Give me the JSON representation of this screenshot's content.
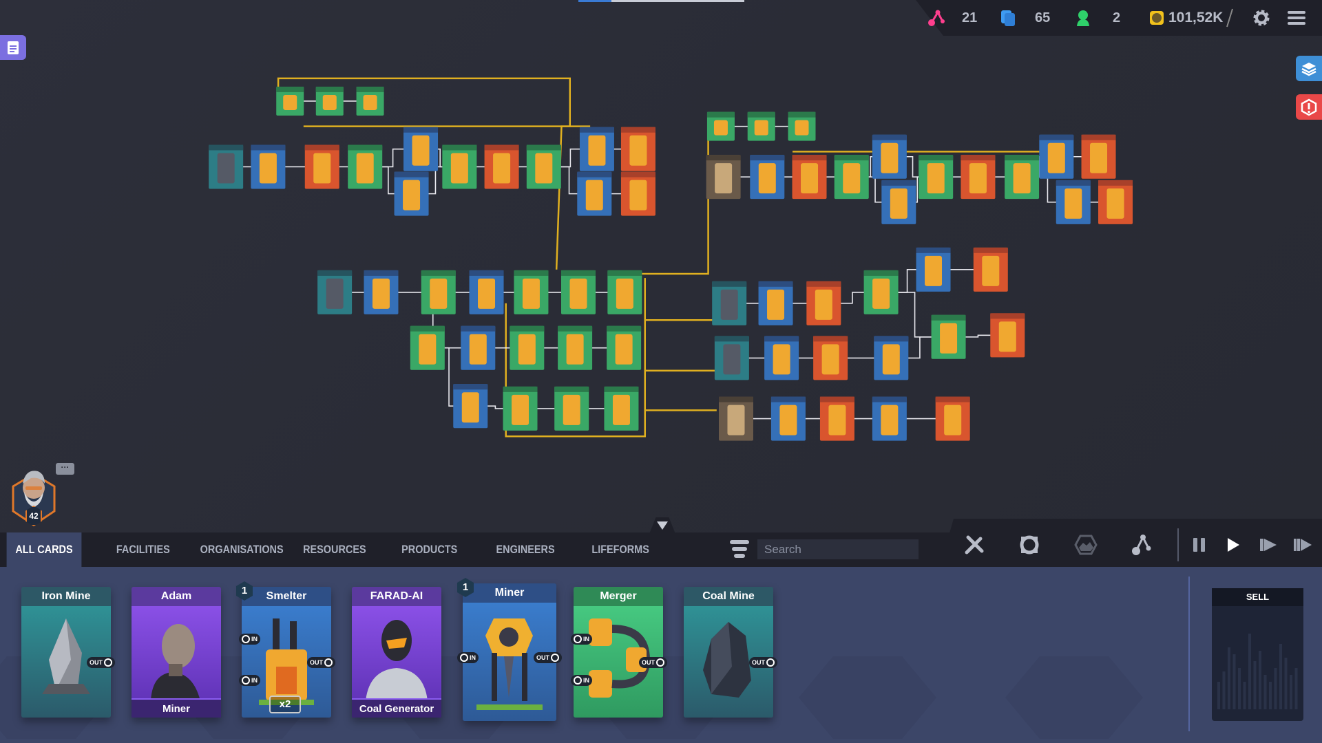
{
  "topbar": {
    "connections": {
      "icon": "network-icon",
      "value": "21",
      "color": "#ff3f8e"
    },
    "cards": {
      "icon": "cards-icon",
      "value": "65",
      "color": "#3e9bf2"
    },
    "engineers": {
      "icon": "person-icon",
      "value": "2",
      "color": "#2fd06a"
    },
    "money": {
      "icon": "coin-icon",
      "value": "101,52K",
      "color": "#f2c21c"
    },
    "settings_icon": "gear-icon",
    "menu_icon": "hamburger-menu-icon"
  },
  "top_progress_percent": 20,
  "side_buttons": {
    "notes": "notes-icon",
    "layers": "layers-icon",
    "alert": "alert-icon"
  },
  "player": {
    "level": "42"
  },
  "tabs": [
    {
      "label": "ALL CARDS",
      "active": true
    },
    {
      "label": "FACILITIES"
    },
    {
      "label": "ORGANISATIONS"
    },
    {
      "label": "RESOURCES"
    },
    {
      "label": "PRODUCTS"
    },
    {
      "label": "ENGINEERS"
    },
    {
      "label": "LIFEFORMS"
    }
  ],
  "search": {
    "placeholder": "Search",
    "value": ""
  },
  "toolbar": [
    "tools-icon",
    "coin-gear-icon",
    "hexagon-map-icon",
    "network-icon",
    "pause-icon",
    "play-icon",
    "fast-forward-icon",
    "fastest-forward-icon"
  ],
  "cards": [
    {
      "title": "Iron Mine",
      "kind": "resource",
      "out": "OUT"
    },
    {
      "title": "Adam",
      "kind": "engineer",
      "footer": "Miner"
    },
    {
      "title": "Smelter",
      "kind": "facility",
      "badge": "1",
      "in": "IN",
      "out": "OUT",
      "multiplier": "x2"
    },
    {
      "title": "FARAD-AI",
      "kind": "engineer",
      "footer": "Coal Generator"
    },
    {
      "title": "Miner",
      "kind": "facility",
      "badge": "1",
      "in": "IN",
      "out": "OUT"
    },
    {
      "title": "Merger",
      "kind": "organisation",
      "in": "IN",
      "out": "OUT"
    },
    {
      "title": "Coal Mine",
      "kind": "resource",
      "out": "OUT"
    }
  ],
  "sell": {
    "label": "SELL"
  },
  "colors": {
    "resource": "#2d7d86",
    "facility": "#3570b8",
    "engineer": "#7a45d6",
    "organisation": "#3fbf77",
    "product": "#d9552e",
    "tray": "#3c4668"
  }
}
